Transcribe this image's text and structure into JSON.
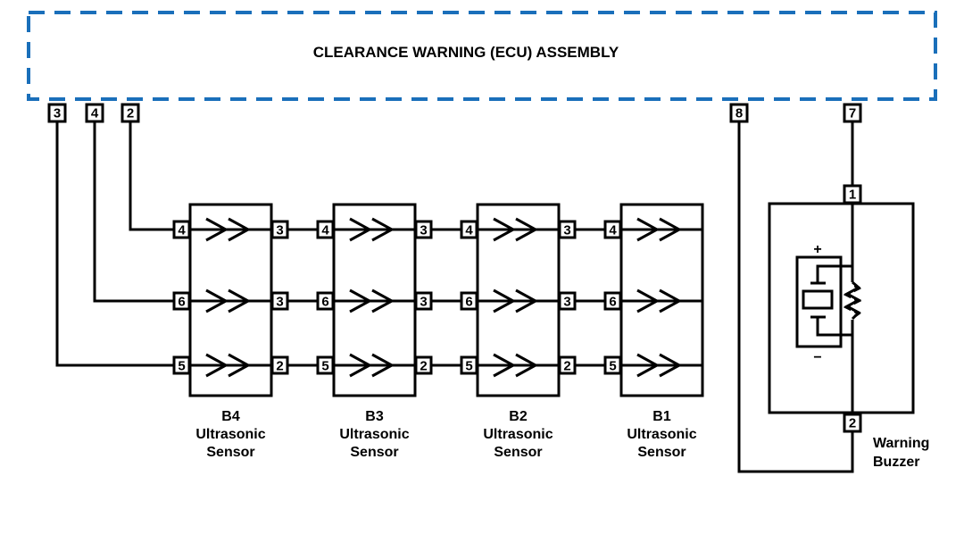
{
  "ecu": {
    "title": "CLEARANCE WARNING (ECU) ASSEMBLY",
    "border_color": "#1a6fba",
    "pins": {
      "p3": "3",
      "p4": "4",
      "p2": "2",
      "p8": "8",
      "p7": "7"
    }
  },
  "sensors": [
    {
      "id": "B4",
      "name_line1": "Ultrasonic",
      "name_line2": "Sensor",
      "in_pins": [
        "4",
        "6",
        "5"
      ],
      "out_pins": [
        "3",
        "3",
        "2"
      ]
    },
    {
      "id": "B3",
      "name_line1": "Ultrasonic",
      "name_line2": "Sensor",
      "in_pins": [
        "4",
        "6",
        "5"
      ],
      "out_pins": [
        "3",
        "3",
        "2"
      ]
    },
    {
      "id": "B2",
      "name_line1": "Ultrasonic",
      "name_line2": "Sensor",
      "in_pins": [
        "4",
        "6",
        "5"
      ],
      "out_pins": [
        "3",
        "3",
        "2"
      ]
    },
    {
      "id": "B1",
      "name_line1": "Ultrasonic",
      "name_line2": "Sensor",
      "in_pins": [
        "4",
        "6",
        "5"
      ],
      "out_pins": []
    }
  ],
  "buzzer": {
    "label_line1": "Warning",
    "label_line2": "Buzzer",
    "pin_top": "1",
    "pin_bottom": "2",
    "plus_sign": "+",
    "minus_sign": "−"
  }
}
